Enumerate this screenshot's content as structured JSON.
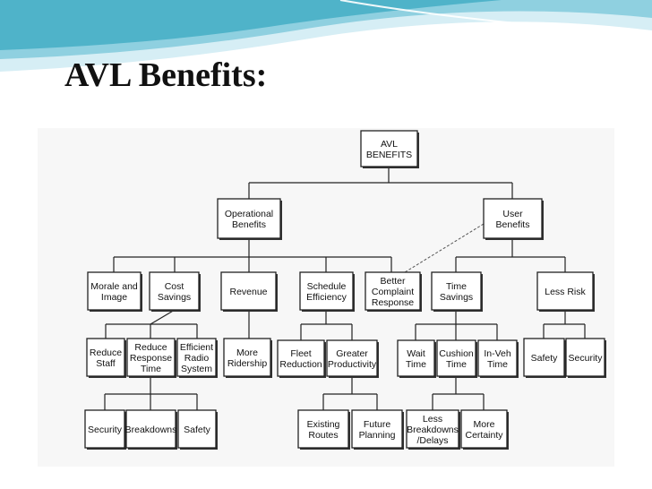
{
  "slide": {
    "title": "AVL Benefits:",
    "colors": {
      "wave_dark": "#4fb3c9",
      "wave_light": "#bfe3ee",
      "title_text": "#111111"
    }
  },
  "diagram": {
    "nodes": {
      "root": [
        "AVL",
        "BENEFITS"
      ],
      "operational": [
        "Operational",
        "Benefits"
      ],
      "user": [
        "User",
        "Benefits"
      ],
      "morale": [
        "Morale and",
        "Image"
      ],
      "cost": [
        "Cost",
        "Savings"
      ],
      "revenue": [
        "Revenue"
      ],
      "schedule": [
        "Schedule",
        "Efficiency"
      ],
      "complaint": [
        "Better",
        "Complaint",
        "Response"
      ],
      "time_savings": [
        "Time",
        "Savings"
      ],
      "less_risk": [
        "Less Risk"
      ],
      "reduce_staff": [
        "Reduce",
        "Staff"
      ],
      "reduce_response": [
        "Reduce",
        "Response",
        "Time"
      ],
      "efficient_radio": [
        "Efficient",
        "Radio",
        "System"
      ],
      "ridership": [
        "More",
        "Ridership"
      ],
      "fleet": [
        "Fleet",
        "Reduction"
      ],
      "productivity": [
        "Greater",
        "Productivity"
      ],
      "wait": [
        "Wait",
        "Time"
      ],
      "cushion": [
        "Cushion",
        "Time"
      ],
      "inveh": [
        "In-Veh",
        "Time"
      ],
      "risk_safety": [
        "Safety"
      ],
      "risk_security": [
        "Security"
      ],
      "cost_security": [
        "Security"
      ],
      "breakdowns": [
        "Breakdowns"
      ],
      "cost_safety": [
        "Safety"
      ],
      "existing_routes": [
        "Existing",
        "Routes"
      ],
      "future_planning": [
        "Future",
        "Planning"
      ],
      "less_breakdowns": [
        "Less",
        "Breakdowns",
        "/Delays"
      ],
      "more_certainty": [
        "More",
        "Certainty"
      ]
    }
  }
}
